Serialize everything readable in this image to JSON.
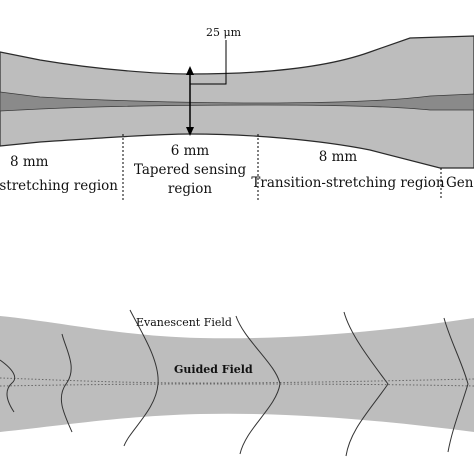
{
  "top_diagram": {
    "diameter_label": "25 μm",
    "left_region": {
      "length": "8 mm",
      "name": "Transition-stretching region"
    },
    "center_region": {
      "length": "6 mm",
      "name_line1": "Tapered sensing",
      "name_line2": "region"
    },
    "right_region": {
      "length": "8 mm",
      "name": "Transition-stretching region"
    },
    "far_right_label": "General"
  },
  "bottom_diagram": {
    "evanescent_label": "Evanescent Field",
    "guided_label": "Guided Field"
  },
  "colors": {
    "fiber_fill": "#bdbdbd",
    "core_fill": "#8a8a8a",
    "outline": "#2a2a2a"
  }
}
